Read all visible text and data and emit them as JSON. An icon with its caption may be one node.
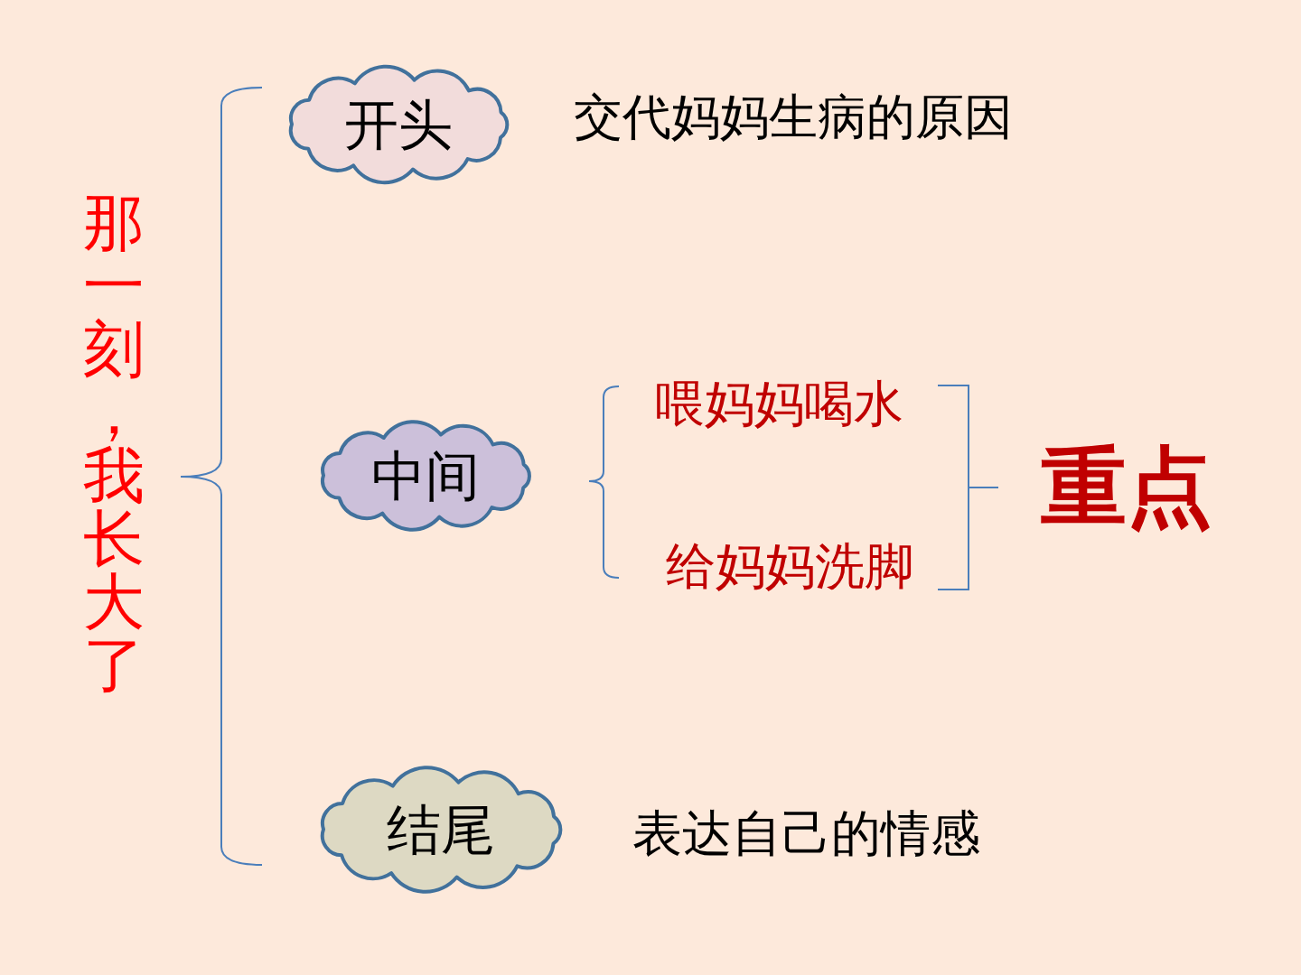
{
  "diagram": {
    "title": "那一刻，我长大了",
    "nodes": [
      {
        "text": [
          "开头"
        ],
        "beside": [
          "交代妈妈生病的原因"
        ]
      },
      {
        "text": [
          "中间"
        ]
      },
      {
        "text": [
          "结尾"
        ],
        "beside": [
          "表达自己的情感"
        ]
      }
    ],
    "labels": [
      "喂妈妈喝水",
      "给妈妈洗脚",
      "重点"
    ]
  }
}
